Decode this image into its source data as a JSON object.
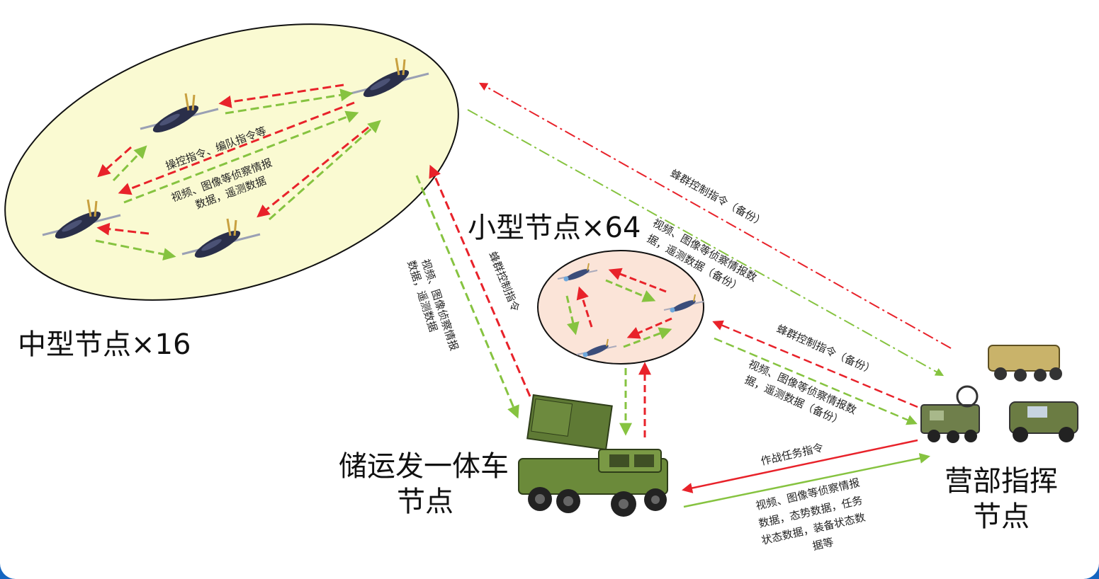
{
  "medium_node": {
    "title": "中型节点×16",
    "label_cmd": "操控指令、编队指令等",
    "label_video_1": "视频、图像等侦察情报",
    "label_video_2": "数据，遥测数据"
  },
  "small_node": {
    "title": "小型节点×64"
  },
  "launcher_node": {
    "title_1": "储运发一体车",
    "title_2": "节点"
  },
  "hq_node": {
    "title_1": "营部指挥",
    "title_2": "节点"
  },
  "links": {
    "launcher_to_medium_1": "视频、图像侦察情报",
    "launcher_to_medium_2": "数据，遥测数据",
    "medium_to_launcher_ctrl": "蜂群控制指令",
    "hq_medium_ctrl": "蜂群控制指令（备份）",
    "hq_medium_video_1": "视频、图像等侦察情报数",
    "hq_medium_video_2": "据，遥测数据（备份）",
    "hq_small_ctrl": "蜂群控制指令（备份）",
    "hq_small_video_1": "视频、图像等侦察情报数",
    "hq_small_video_2": "据，遥测数据（备份）",
    "hq_launcher_task": "作战任务指令",
    "launcher_hq_1": "视频、图像等侦察情报",
    "launcher_hq_2": "数据，态势数据，任务",
    "launcher_hq_3": "状态数据，装备状态数",
    "launcher_hq_4": "据等"
  },
  "colors": {
    "red_link": "#e8222a",
    "green_link": "#86c340",
    "medium_fill": "#fafad2",
    "small_fill": "#fbe4d8",
    "drone_body": "#2a2f4a",
    "vehicle_green": "#5f7a35"
  }
}
